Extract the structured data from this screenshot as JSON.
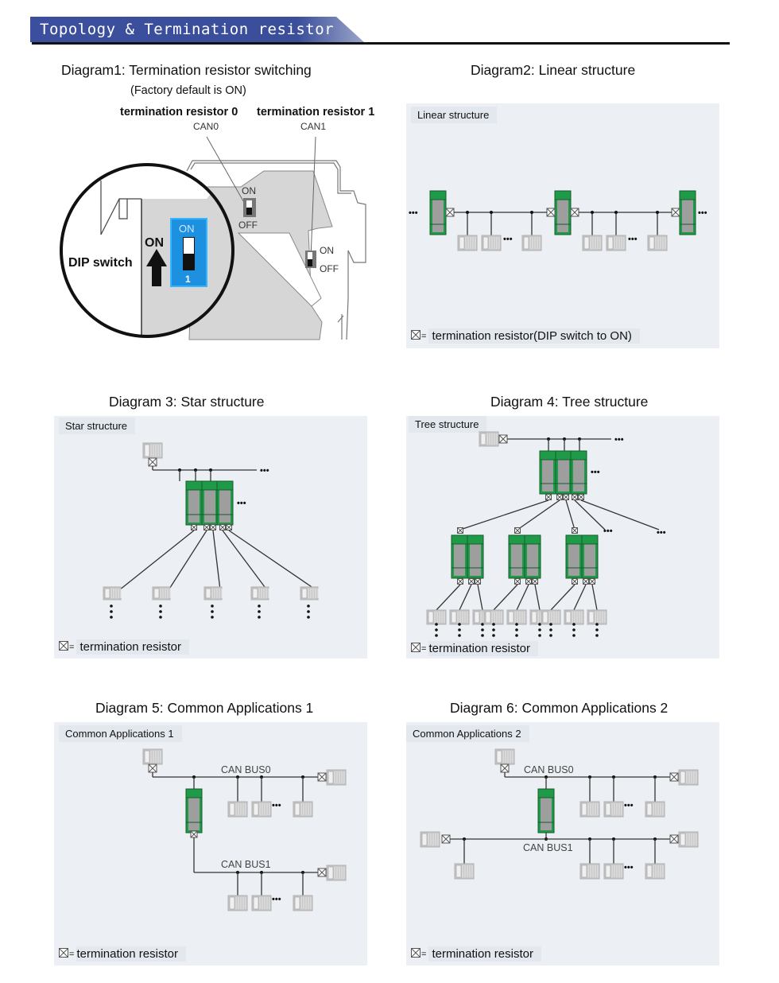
{
  "banner": {
    "title": "Topology & Termination resistor",
    "color": "#3a4f9c"
  },
  "diagram1": {
    "heading": "Diagram1:   Termination resistor switching",
    "note": "(Factory default is ON)",
    "resistor0_label": "termination resistor 0",
    "resistor1_label": "termination resistor 1",
    "can0": "CAN0",
    "can1": "CAN1",
    "switch_on": "ON",
    "switch_off": "OFF",
    "dip_label": "DIP switch",
    "dip_on_arrow": "ON",
    "dip_key_on": "ON",
    "dip_number": "1",
    "dip_color": "#1e90e0"
  },
  "diagram2": {
    "heading": "Diagram2:  Linear structure",
    "panel_label": "Linear structure",
    "legend": "termination resistor(DIP switch to ON)"
  },
  "diagram3": {
    "heading": "Diagram 3:  Star structure",
    "panel_label": "Star structure",
    "legend": "termination resistor"
  },
  "diagram4": {
    "heading": "Diagram 4:  Tree structure",
    "panel_label": "Tree structure",
    "legend": "termination resistor"
  },
  "diagram5": {
    "heading": "Diagram 5:  Common Applications 1",
    "panel_label": "Common Applications 1",
    "bus0": "CAN BUS0",
    "bus1": "CAN BUS1",
    "legend": "termination resistor"
  },
  "diagram6": {
    "heading": "Diagram 6:  Common Applications 2",
    "panel_label": "Common Applications 2",
    "bus0": "CAN BUS0",
    "bus1": "CAN BUS1",
    "legend": "termination resistor"
  },
  "symbols": {
    "legend_eq": "=",
    "ellipsis": "•••"
  },
  "colors": {
    "module_green": "#1f9a48",
    "module_gray": "#9e9e9e",
    "device_gray": "#c9c9c9",
    "panel_bg": "#eceff3"
  }
}
